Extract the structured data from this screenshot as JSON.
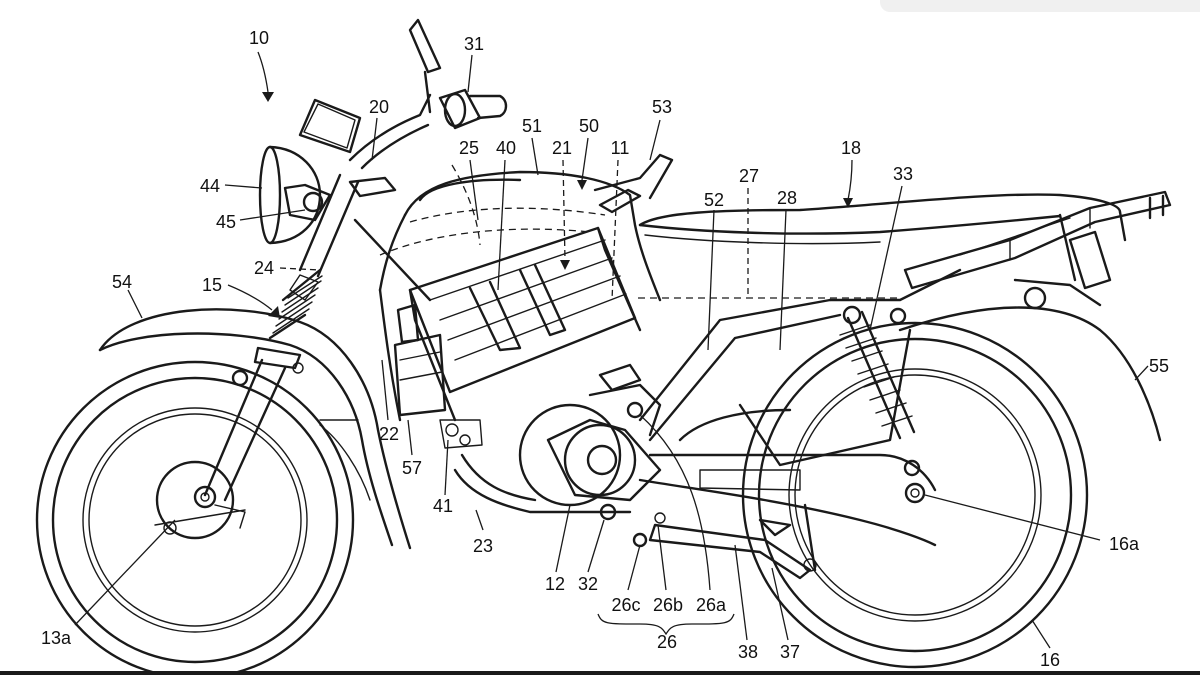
{
  "figure": {
    "labels": {
      "l10": "10",
      "l31": "31",
      "l20": "20",
      "l51": "51",
      "l50": "50",
      "l53": "53",
      "l25": "25",
      "l40": "40",
      "l21": "21",
      "l11": "11",
      "l18": "18",
      "l27": "27",
      "l33": "33",
      "l44": "44",
      "l45": "45",
      "l52": "52",
      "l28": "28",
      "l24": "24",
      "l54": "54",
      "l15": "15",
      "l55": "55",
      "l22": "22",
      "l57": "57",
      "l41": "41",
      "l23": "23",
      "l16a": "16a",
      "l12": "12",
      "l32": "32",
      "l26c": "26c",
      "l26b": "26b",
      "l26a": "26a",
      "l26": "26",
      "l38": "38",
      "l37": "37",
      "l13a": "13a",
      "l16": "16"
    }
  }
}
